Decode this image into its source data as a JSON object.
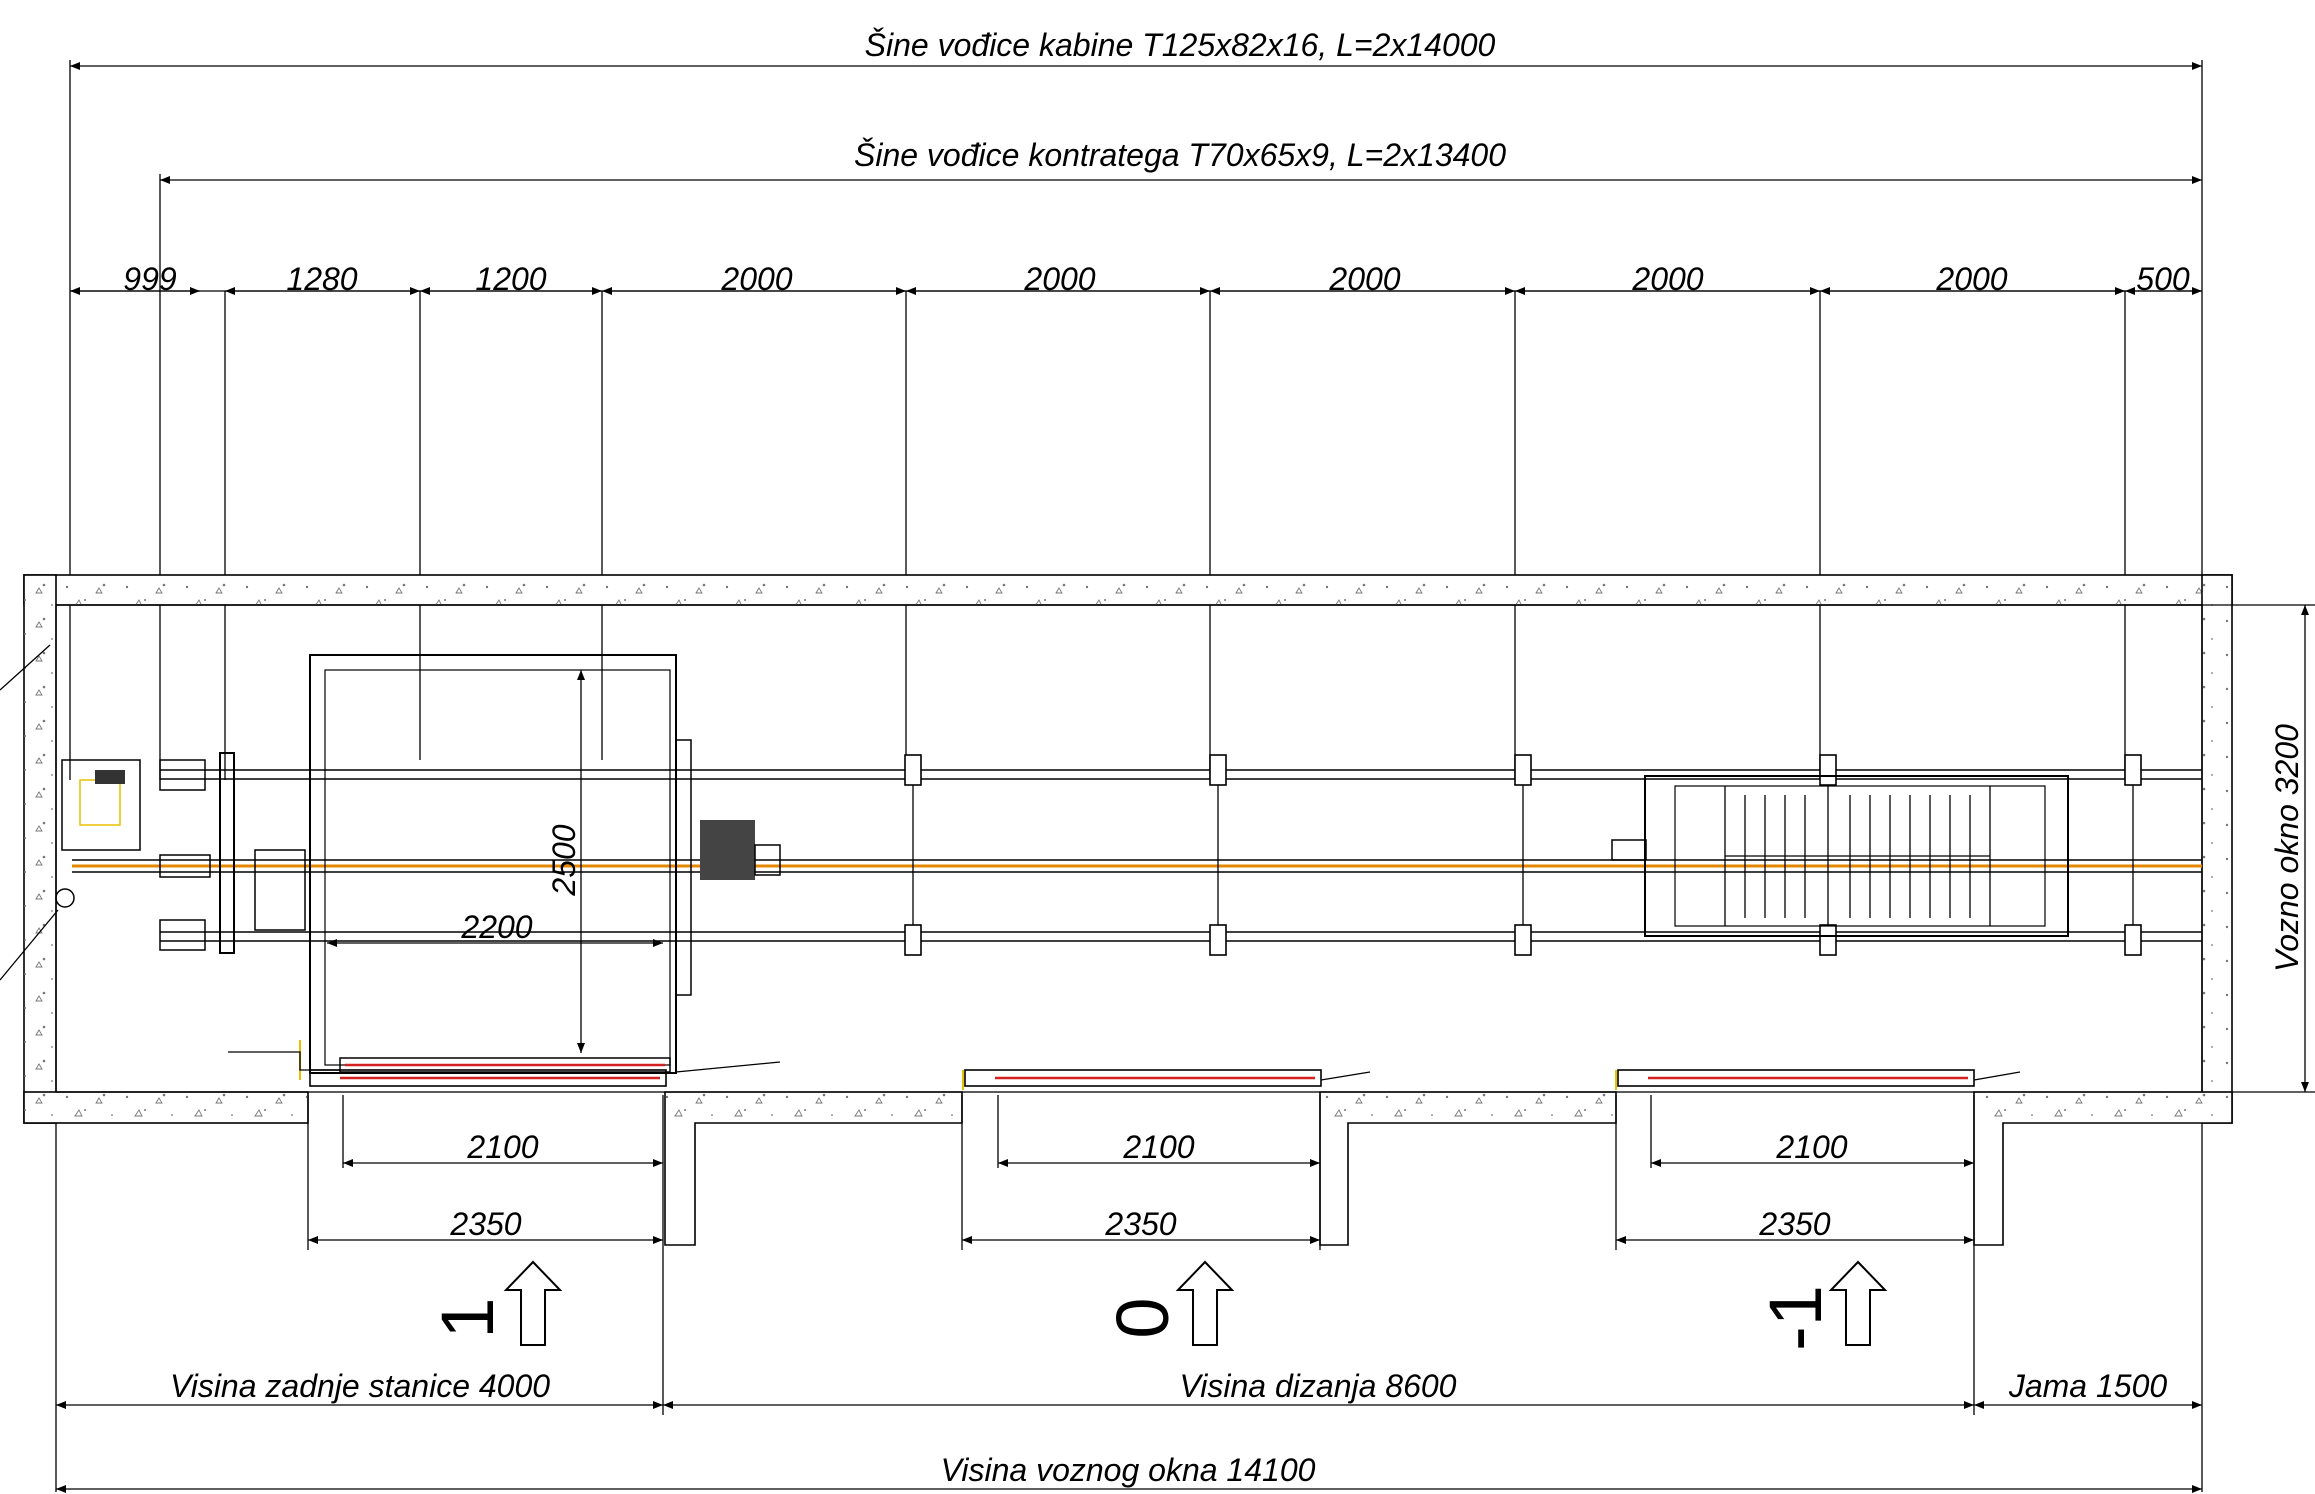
{
  "title_rails_car": "Šine vođice kabine T125x82x16, L=2x14000",
  "title_rails_cwt": "Šine vođice kontratega T70x65x9, L=2x13400",
  "bracket_spacing": [
    "999",
    "1280",
    "1200",
    "2000",
    "2000",
    "2000",
    "2000",
    "2000",
    "500"
  ],
  "car": {
    "width": "2200",
    "depth": "2500"
  },
  "shaft_width": "Vozno okno 3200",
  "doors": [
    {
      "clear": "2100",
      "total": "2350",
      "floor": "1"
    },
    {
      "clear": "2100",
      "total": "2350",
      "floor": "0"
    },
    {
      "clear": "2100",
      "total": "2350",
      "floor": "-1"
    }
  ],
  "headroom": "Visina zadnje stanice 4000",
  "travel": "Visina dizanja 8600",
  "pit": "Jama 1500",
  "total_height": "Visina voznog okna 14100"
}
